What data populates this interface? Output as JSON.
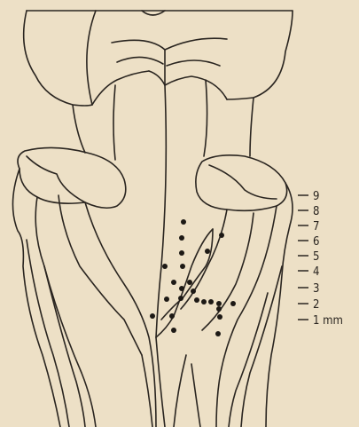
{
  "scale": {
    "labels": [
      "9",
      "8",
      "7",
      "6",
      "5",
      "4",
      "3",
      "2",
      "1 mm"
    ]
  },
  "colors": {
    "paper": "#ede0c6",
    "ink": "#2a2520"
  },
  "recording_sites": {
    "count": 24,
    "marker": "filled-circle"
  }
}
